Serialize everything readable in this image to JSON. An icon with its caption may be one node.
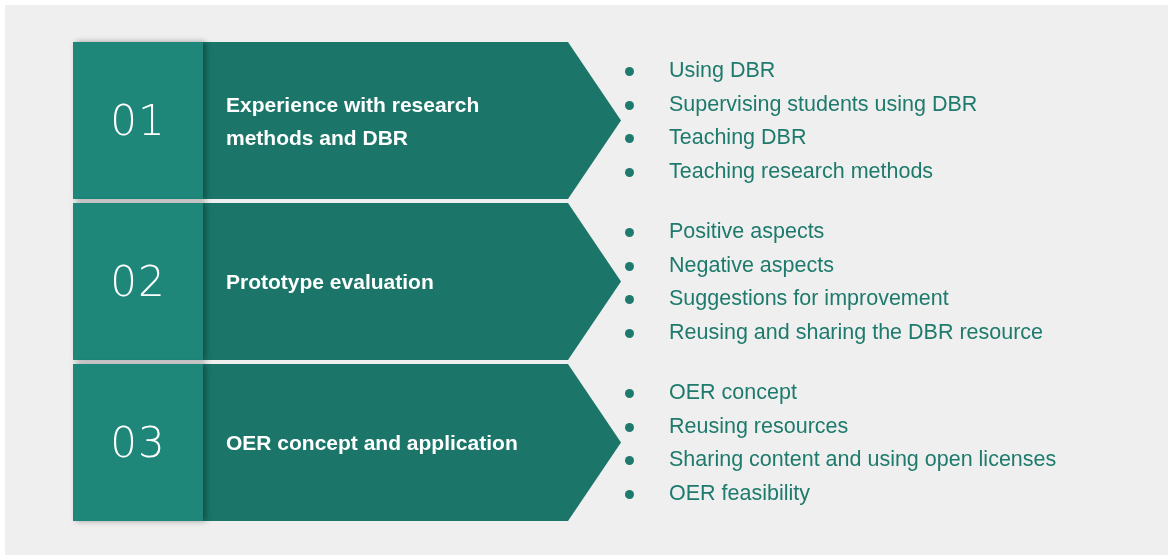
{
  "diagram": {
    "nodes": [
      {
        "text": [
          "01"
        ]
      },
      {
        "text": [
          "Experience with research methods and DBR"
        ],
        "beside": [
          "Using DBR",
          "Supervising students using DBR",
          "Teaching DBR",
          "Teaching research methods"
        ]
      },
      {
        "text": [
          "02"
        ]
      },
      {
        "text": [
          "Prototype evaluation"
        ],
        "beside": [
          "Positive aspects",
          "Negative aspects",
          "Suggestions for improvement",
          "Reusing and sharing the DBR resource"
        ]
      },
      {
        "text": [
          "03"
        ]
      },
      {
        "text": [
          "OER concept and application"
        ],
        "beside": [
          "OER concept",
          "Reusing resources",
          "Sharing content and using open licenses",
          "OER feasibility"
        ]
      }
    ]
  }
}
